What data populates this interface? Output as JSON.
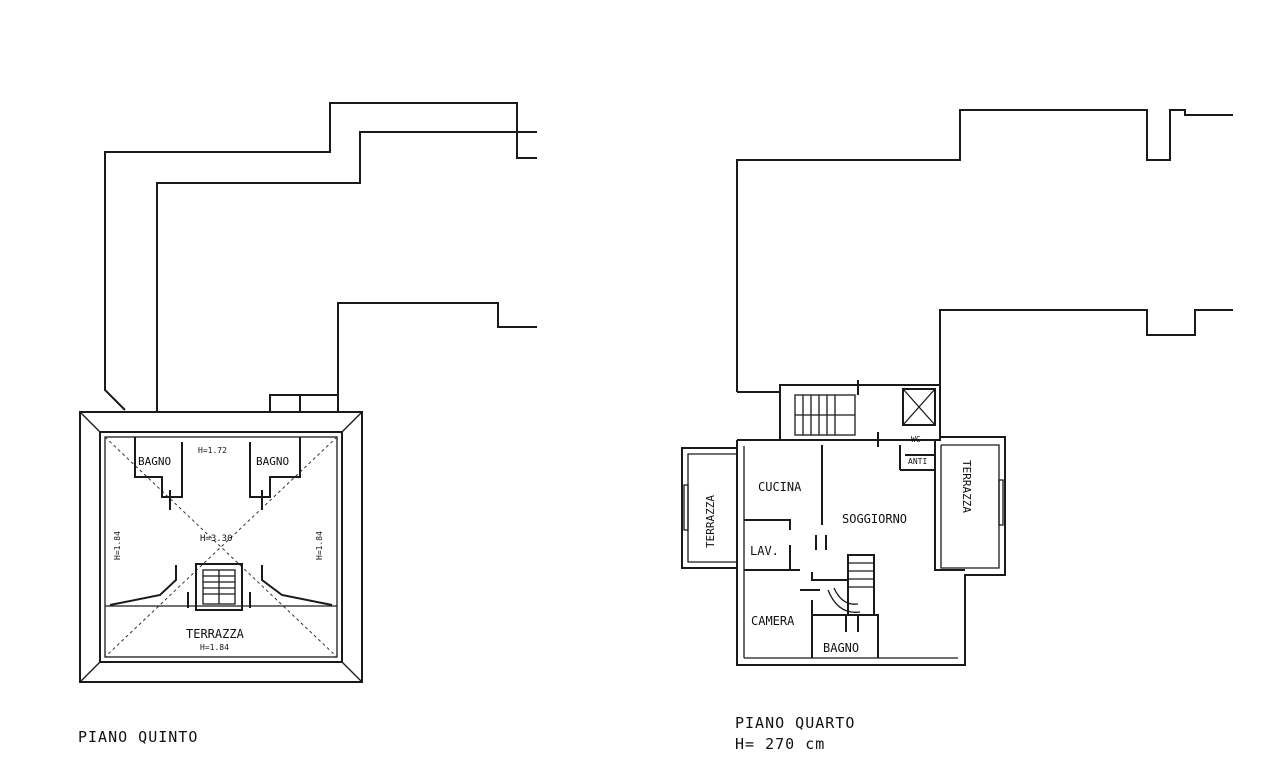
{
  "fifth_floor": {
    "caption": "PIANO QUINTO",
    "rooms": {
      "bagno_left": "BAGNO",
      "bagno_right": "BAGNO",
      "terrazza": "TERRAZZA"
    },
    "heights": {
      "top": "H=1.72",
      "center": "H=3.30",
      "left": "H=1.84",
      "right": "H=1.84",
      "bottom": "H=1.84"
    }
  },
  "fourth_floor": {
    "caption": "PIANO QUARTO",
    "height_note": "H= 270 cm",
    "rooms": {
      "terrazza_left": "TERRAZZA",
      "terrazza_right": "TERRAZZA",
      "cucina": "CUCINA",
      "soggiorno": "SOGGIORNO",
      "lav": "LAV.",
      "camera": "CAMERA",
      "bagno": "BAGNO",
      "wc": "WC",
      "anti": "ANTI"
    }
  }
}
